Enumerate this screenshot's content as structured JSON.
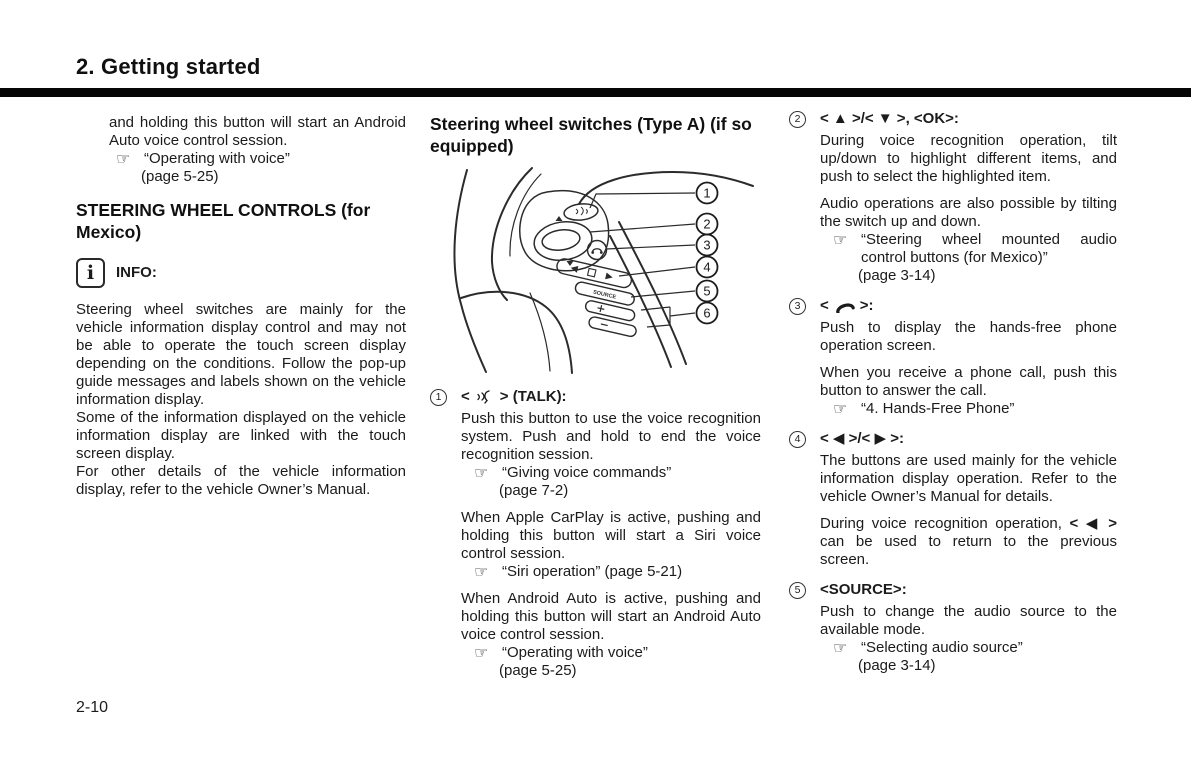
{
  "header": {
    "title": "2. Getting started"
  },
  "footer": {
    "page_number": "2-10"
  },
  "icons": {
    "hand": "☞"
  },
  "left": {
    "continuation": "and holding this button will start an Android Auto voice control session.",
    "ref1": {
      "title": "“Operating with voice”",
      "page": "(page 5-25)"
    },
    "heading": "STEERING WHEEL CONTROLS (for Mexico)",
    "info_glyph": "i",
    "info_label": "INFO:",
    "p1": "Steering wheel switches are mainly for the vehicle information display control and may not be able to operate the touch screen display depending on the conditions. Follow the pop-up guide messages and labels shown on the vehicle information display.",
    "p2": "Some of the information displayed on the vehicle information display are linked with the touch screen display.",
    "p3": "For other details of the vehicle information display, refer to the vehicle Owner’s Manual."
  },
  "middle": {
    "heading": "Steering wheel switches (Type A) (if so equipped)",
    "figure": {
      "callouts": [
        "1",
        "2",
        "3",
        "4",
        "5",
        "6"
      ],
      "source_label": "SOURCE"
    },
    "item1": {
      "num": "1",
      "label_pre": "<",
      "label_post": "> (TALK):",
      "p1": "Push this button to use the voice recognition system. Push and hold to end the voice recognition session.",
      "ref1": {
        "title": "“Giving voice commands”",
        "page": "(page 7-2)"
      },
      "p2": "When Apple CarPlay is active, pushing and holding this button will start a Siri voice control session.",
      "ref2": {
        "title": "“Siri operation” (page 5-21)"
      },
      "p3": "When Android Auto is active, pushing and holding this button will start an Android Auto voice control session.",
      "ref3": {
        "title": "“Operating with voice”",
        "page": "(page 5-25)"
      }
    }
  },
  "right": {
    "item2": {
      "num": "2",
      "label": "< ▲ >/< ▼ >, <OK>:",
      "p1": "During voice recognition operation, tilt up/down to highlight different items, and push to select the highlighted item.",
      "p2": "Audio operations are also possible by tilting the switch up and down.",
      "ref1": {
        "title": "“Steering wheel mounted audio control buttons (for Mexico)”",
        "page": "(page 3-14)"
      }
    },
    "item3": {
      "num": "3",
      "label_pre": "<",
      "label_post": ">:",
      "p1": "Push to display the hands-free phone operation screen.",
      "p2": "When you receive a phone call, push this button to answer the call.",
      "ref1": {
        "title": "“4. Hands-Free Phone”"
      }
    },
    "item4": {
      "num": "4",
      "label": "< ◀ >/< ▶ >:",
      "p1": "The buttons are used mainly for the vehicle information display operation. Refer to the vehicle Owner’s Manual for details.",
      "p2_pre": "During voice recognition operation,",
      "p2_bold": "< ◀ >",
      "p2_post": "can be used to return to the previous screen."
    },
    "item5": {
      "num": "5",
      "label": "<SOURCE>:",
      "p1": "Push to change the audio source to the available mode.",
      "ref1": {
        "title": "“Selecting audio source”",
        "page": "(page 3-14)"
      }
    }
  }
}
